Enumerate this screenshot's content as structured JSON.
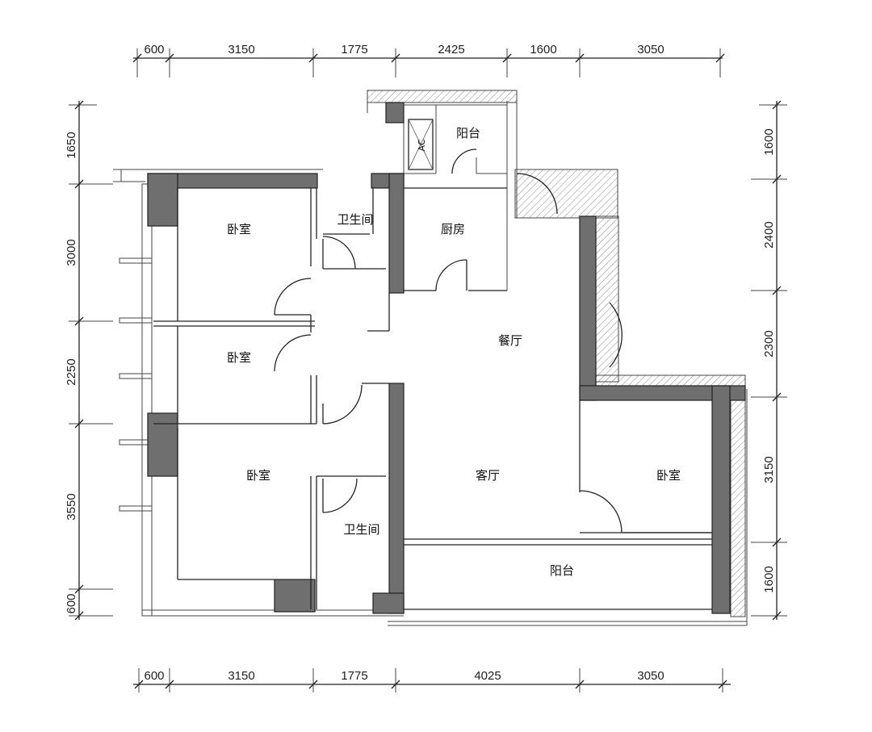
{
  "dimensions": {
    "top": [
      "600",
      "3150",
      "1775",
      "2425",
      "1600",
      "3050"
    ],
    "bottom": [
      "600",
      "3150",
      "1775",
      "4025",
      "3050"
    ],
    "left": [
      "1650",
      "3000",
      "2250",
      "3550",
      "600"
    ],
    "right": [
      "1600",
      "2400",
      "2300",
      "3150",
      "1600"
    ]
  },
  "rooms": {
    "bedroom_top_left": "卧室",
    "bedroom_mid_left": "卧室",
    "bedroom_bottom_left": "卧室",
    "bedroom_right": "卧室",
    "bathroom_top": "卫生间",
    "bathroom_bottom": "卫生间",
    "kitchen": "厨房",
    "dining": "餐厅",
    "living": "客厅",
    "balcony_top": "阳台",
    "balcony_bottom": "阳台",
    "ac_unit": "AC"
  },
  "colors": {
    "wall": "#6f6f6f",
    "line": "#222222"
  }
}
